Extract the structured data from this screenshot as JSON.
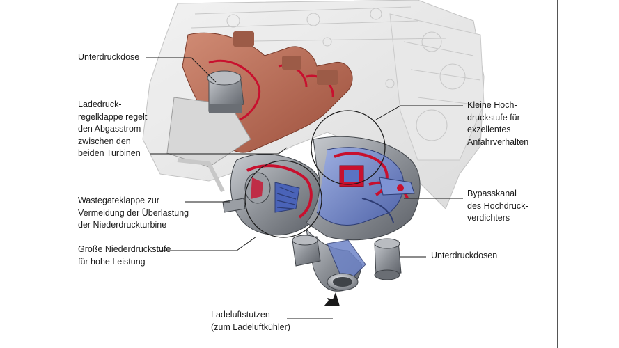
{
  "labels": {
    "unterdruckdose": "Unterdruckdose",
    "ladedruck": "Ladedruck-\nregelklappe regelt\nden Abgasstrom\nzwischen den\nbeiden Turbinen",
    "wastegate": "Wastegateklappe zur\nVermeidung der Überlastung\nder Niederdruckturbine",
    "niederdruck": "Große Niederdruckstufe\nfür hohe Leistung",
    "ladeluft": "Ladeluftstutzen\n(zum Ladeluftkühler)",
    "hochdruck": "Kleine Hoch-\ndruckstufe für\nexzellentes\nAnfahrverhalten",
    "bypass": "Bypasskanal\ndes Hochdruck-\nverdichters",
    "unterdruckdosen": "Unterdruckdosen"
  },
  "colors": {
    "manifold": "#b86a55",
    "cutaway_red": "#c8102e",
    "compressor_blue": "#6e84c8",
    "metal": "#8f9399",
    "line": "#1a1a1a"
  }
}
